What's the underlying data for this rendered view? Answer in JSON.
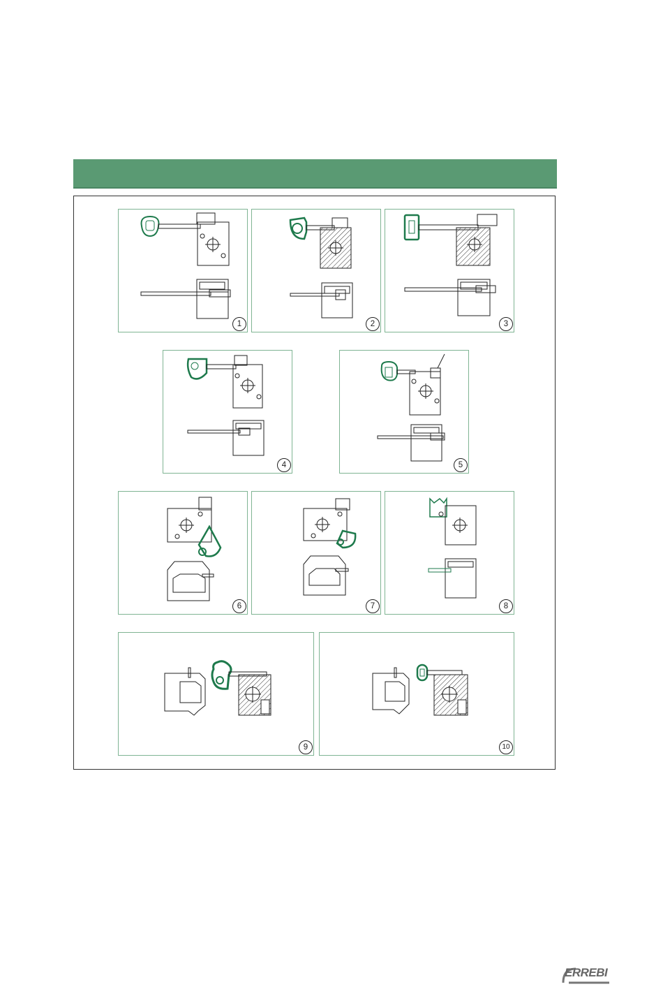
{
  "page": {
    "panels": [
      {
        "number": "1"
      },
      {
        "number": "2"
      },
      {
        "number": "3"
      },
      {
        "number": "4"
      },
      {
        "number": "5"
      },
      {
        "number": "6"
      },
      {
        "number": "7"
      },
      {
        "number": "8"
      },
      {
        "number": "9"
      },
      {
        "number": "10"
      }
    ],
    "brand": "ERREBI"
  },
  "colors": {
    "header_green": "#5a9a73",
    "key_green": "#1e7a4c",
    "panel_border": "#7fb493",
    "line": "#222222"
  }
}
